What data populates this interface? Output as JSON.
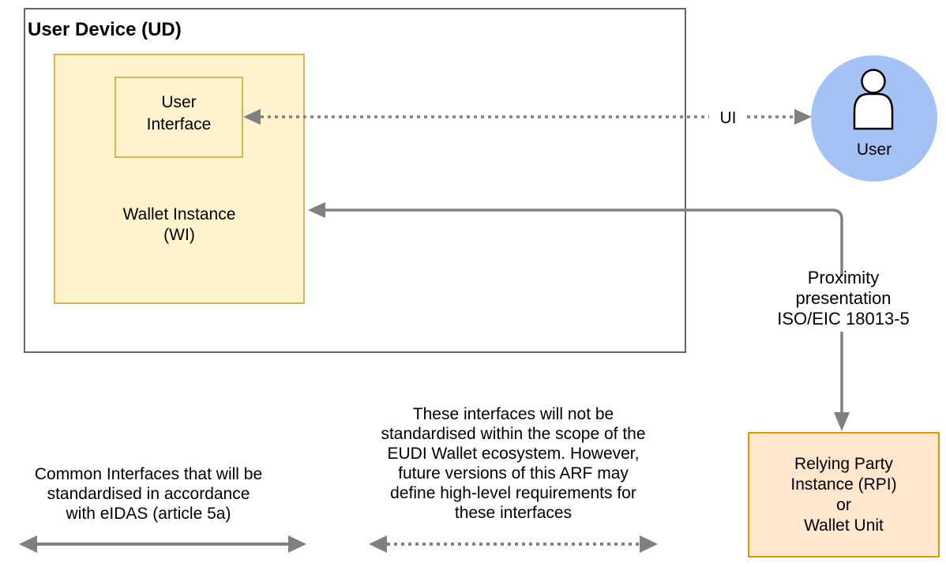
{
  "colors": {
    "line_gray": "#808080",
    "device_border": "#666666",
    "wallet_fill": "#FFF2CC",
    "wallet_border": "#D6B656",
    "relying_fill": "#FFE6CC",
    "relying_border": "#D79B00",
    "user_fill": "#A4C2F4",
    "icon_stroke": "#000000",
    "text_color": "#000000"
  },
  "nodes": {
    "user_device": {
      "label": "User Device (UD)"
    },
    "wallet_instance": {
      "label": "Wallet Instance\n(WI)"
    },
    "user_interface": {
      "label": "User\nInterface"
    },
    "user": {
      "label": "User"
    },
    "relying_party": {
      "label": "Relying Party\nInstance (RPI)\nor\nWallet Unit"
    }
  },
  "edges": {
    "ui": {
      "label": "UI",
      "style": "dotted"
    },
    "proximity": {
      "label": "Proximity\npresentation\nISO/EIC 18013-5",
      "style": "solid"
    }
  },
  "legend": {
    "standardised": {
      "label": "Common Interfaces that will be\nstandardised in accordance\nwith eIDAS (article 5a)",
      "arrow_style": "solid"
    },
    "not_standardised": {
      "label": "These interfaces will not be\nstandardised within the scope of the\nEUDI Wallet ecosystem. However,\nfuture versions of this ARF may\ndefine high-level requirements for\nthese interfaces",
      "arrow_style": "dotted"
    }
  }
}
